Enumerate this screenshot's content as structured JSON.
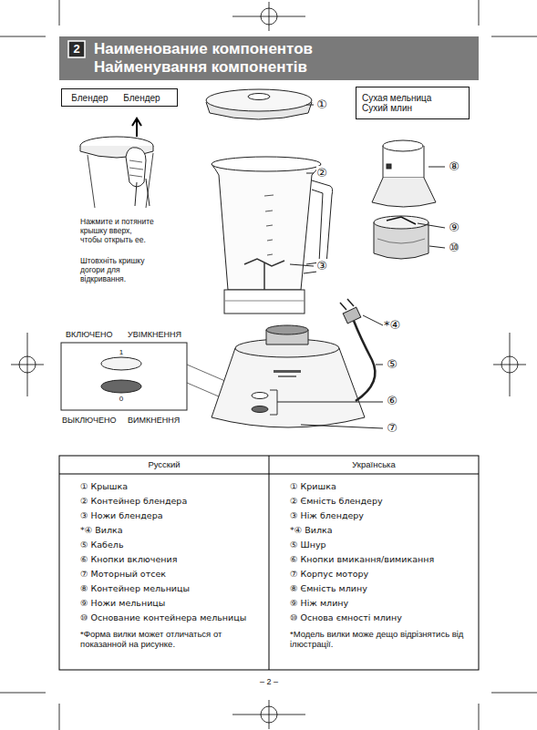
{
  "diagram": {
    "title": "Наименование компонентов Найменування компонентів",
    "nodes": [
      {
        "text": [
          "Блендер",
          "Блендер"
        ]
      },
      {
        "text": [
          "Сухая мельница",
          "Сухий млин"
        ]
      }
    ],
    "labels": [
      "2",
      "Нажмите и потяните крышку вверх, чтобы открыть ее.",
      "Штовхніть кришку догори для відкривання.",
      "①",
      "②",
      "③",
      "*④",
      "⑤",
      "⑥",
      "⑦",
      "⑧",
      "⑨",
      "⑩",
      "ВКЛЮЧЕНО",
      "УВІМКНЕННЯ",
      "1",
      "0",
      "ВЫКЛЮЧЕНО",
      "ВИМКНЕННЯ",
      "Русский",
      "Українська",
      "① Крышка",
      "② Контейнер блендера",
      "③ Ножи блендера",
      "*④ Вилка",
      "⑤ Кабель",
      "⑥ Кнопки включения",
      "⑦ Моторный отсек",
      "⑧ Контейнер мельницы",
      "⑨ Ножи мельницы",
      "⑩ Основание контейнера мельницы",
      "*Форма вилки может отличаться от показанной на рисунке.",
      "① Кришка",
      "② Ємність блендеру",
      "③ Ніж блендеру",
      "*④ Вилка",
      "⑤ Шнур",
      "⑥ Кнопки вмикання/вимикання",
      "⑦ Корпус мотору",
      "⑧ Ємність млину",
      "⑨ Ніж млину",
      "⑩ Основа ємності млину",
      "*Модель вилки може дещо відрізнятись від ілюстрації.",
      "– 2 –"
    ]
  }
}
